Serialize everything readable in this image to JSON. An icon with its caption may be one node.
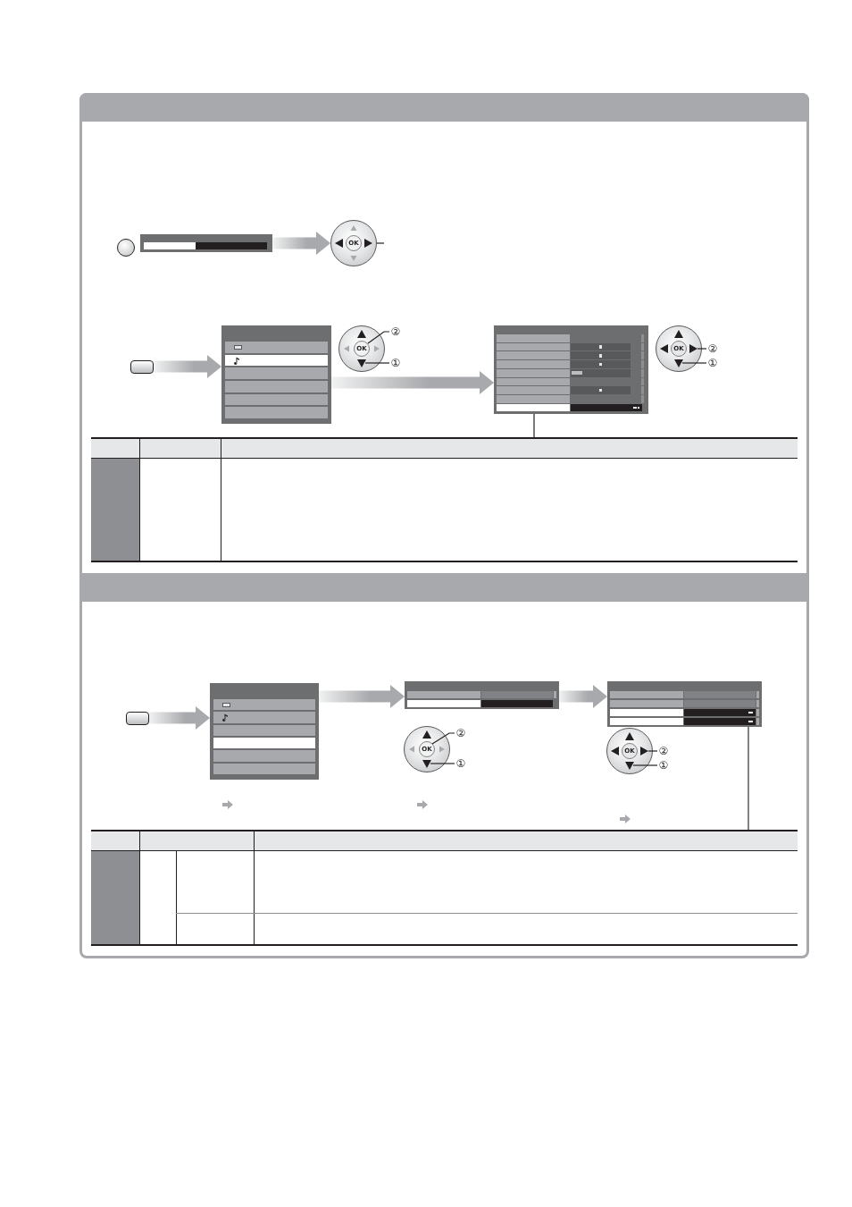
{
  "diagram": {
    "nodes": [
      {
        "text": [],
        "shape": "circle"
      },
      {
        "text": [],
        "shape": "picture"
      },
      {
        "text": [
          "OK"
        ]
      },
      {
        "text": [],
        "shape": "box"
      },
      {
        "text": [],
        "shape": "picture"
      },
      {
        "text": [
          "OK"
        ]
      },
      {
        "text": [
          "②"
        ]
      },
      {
        "text": [
          "①"
        ]
      },
      {
        "text": [],
        "shape": "picture"
      },
      {
        "text": [
          "OK"
        ]
      },
      {
        "text": [
          "②"
        ]
      },
      {
        "text": [
          "①"
        ]
      },
      {
        "text": [],
        "shape": "table"
      },
      {
        "text": [],
        "shape": "box"
      },
      {
        "text": [],
        "shape": "picture"
      },
      {
        "text": [],
        "shape": "picture"
      },
      {
        "text": [
          "OK"
        ]
      },
      {
        "text": [
          "②"
        ]
      },
      {
        "text": [
          "①"
        ]
      },
      {
        "text": [],
        "shape": "picture"
      },
      {
        "text": [
          "OK"
        ]
      },
      {
        "text": [
          "②"
        ]
      },
      {
        "text": [
          "①"
        ]
      },
      {
        "text": [],
        "shape": "table"
      }
    ],
    "edges": [
      {
        "from": 1,
        "to": 2,
        "arrow": "to",
        "style": "thick",
        "color": "#a7a9ac"
      },
      {
        "from": 2,
        "to": null,
        "arrow": "none"
      },
      {
        "from": 3,
        "to": 4,
        "arrow": "to",
        "style": "thick",
        "color": "#a7a9ac"
      },
      {
        "from": 6,
        "to": 5,
        "arrow": "none"
      },
      {
        "from": 7,
        "to": 5,
        "arrow": "none"
      },
      {
        "from": 4,
        "to": 8,
        "arrow": "to",
        "style": "thick",
        "color": "#a7a9ac"
      },
      {
        "from": 10,
        "to": 9,
        "arrow": "none"
      },
      {
        "from": 11,
        "to": 9,
        "arrow": "none"
      },
      {
        "from": 8,
        "to": 12,
        "arrow": "none"
      },
      {
        "from": 13,
        "to": 14,
        "arrow": "to",
        "style": "thick",
        "color": "#a7a9ac"
      },
      {
        "from": 14,
        "to": 15,
        "arrow": "to",
        "style": "thick",
        "color": "#a7a9ac"
      },
      {
        "from": 17,
        "to": 16,
        "arrow": "none"
      },
      {
        "from": 18,
        "to": 16,
        "arrow": "none"
      },
      {
        "from": 15,
        "to": 19,
        "arrow": "to",
        "style": "thick",
        "color": "#a7a9ac"
      },
      {
        "from": 21,
        "to": 20,
        "arrow": "none"
      },
      {
        "from": 22,
        "to": 20,
        "arrow": "none"
      },
      {
        "from": 19,
        "to": 23,
        "arrow": "none",
        "color": "#808285"
      }
    ]
  }
}
